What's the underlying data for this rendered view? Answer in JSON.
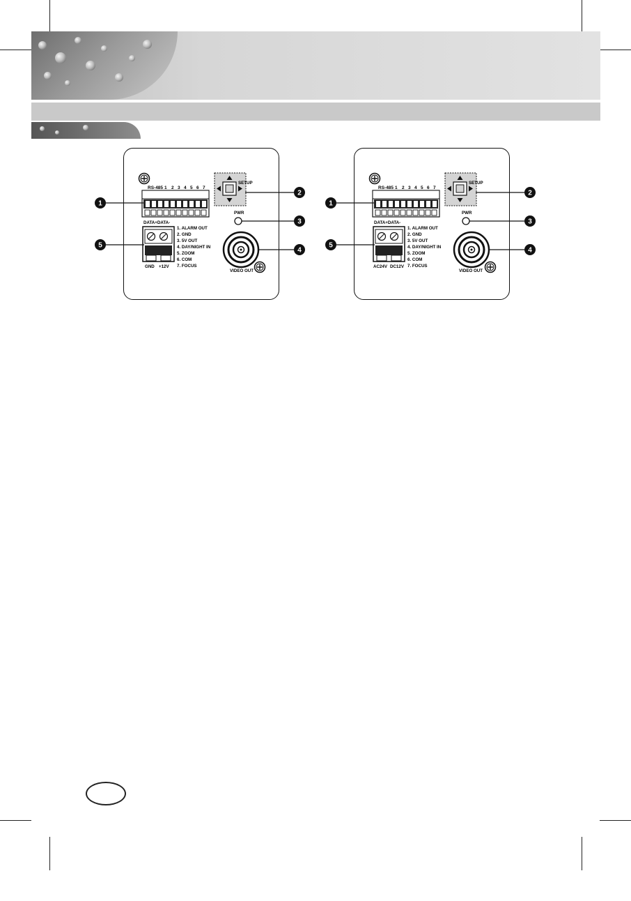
{
  "panels": [
    {
      "rs485_label": "RS-485",
      "pin_numbers": [
        "1",
        "2",
        "3",
        "4",
        "5",
        "6",
        "7"
      ],
      "setup_label": "SETUP",
      "pwr_label": "PWR",
      "data_label": "DATA+DATA-",
      "pin_list": [
        "1. ALARM OUT",
        "2. GND",
        "3. 5V OUT",
        "4. DAY/NIGHT IN",
        "5. ZOOM",
        "6. COM",
        "7. FOCUS"
      ],
      "power_label_left": "GND",
      "power_label_right": "+12V",
      "video_out_label": "VIDEO OUT"
    },
    {
      "rs485_label": "RS-485",
      "pin_numbers": [
        "1",
        "2",
        "3",
        "4",
        "5",
        "6",
        "7"
      ],
      "setup_label": "SETUP",
      "pwr_label": "PWR",
      "data_label": "DATA+DATA-",
      "pin_list": [
        "1. ALARM OUT",
        "2. GND",
        "3. 5V OUT",
        "4. DAY/NIGHT IN",
        "5. ZOOM",
        "6. COM",
        "7. FOCUS"
      ],
      "power_label_left": "AC24V",
      "power_label_right": "DC12V",
      "video_out_label": "VIDEO OUT"
    }
  ],
  "callouts": [
    "1",
    "2",
    "3",
    "4",
    "5"
  ],
  "colors": {
    "ink": "#111111",
    "panel_gray": "#d4d4d4",
    "header_gray": "#c9c9c9"
  }
}
